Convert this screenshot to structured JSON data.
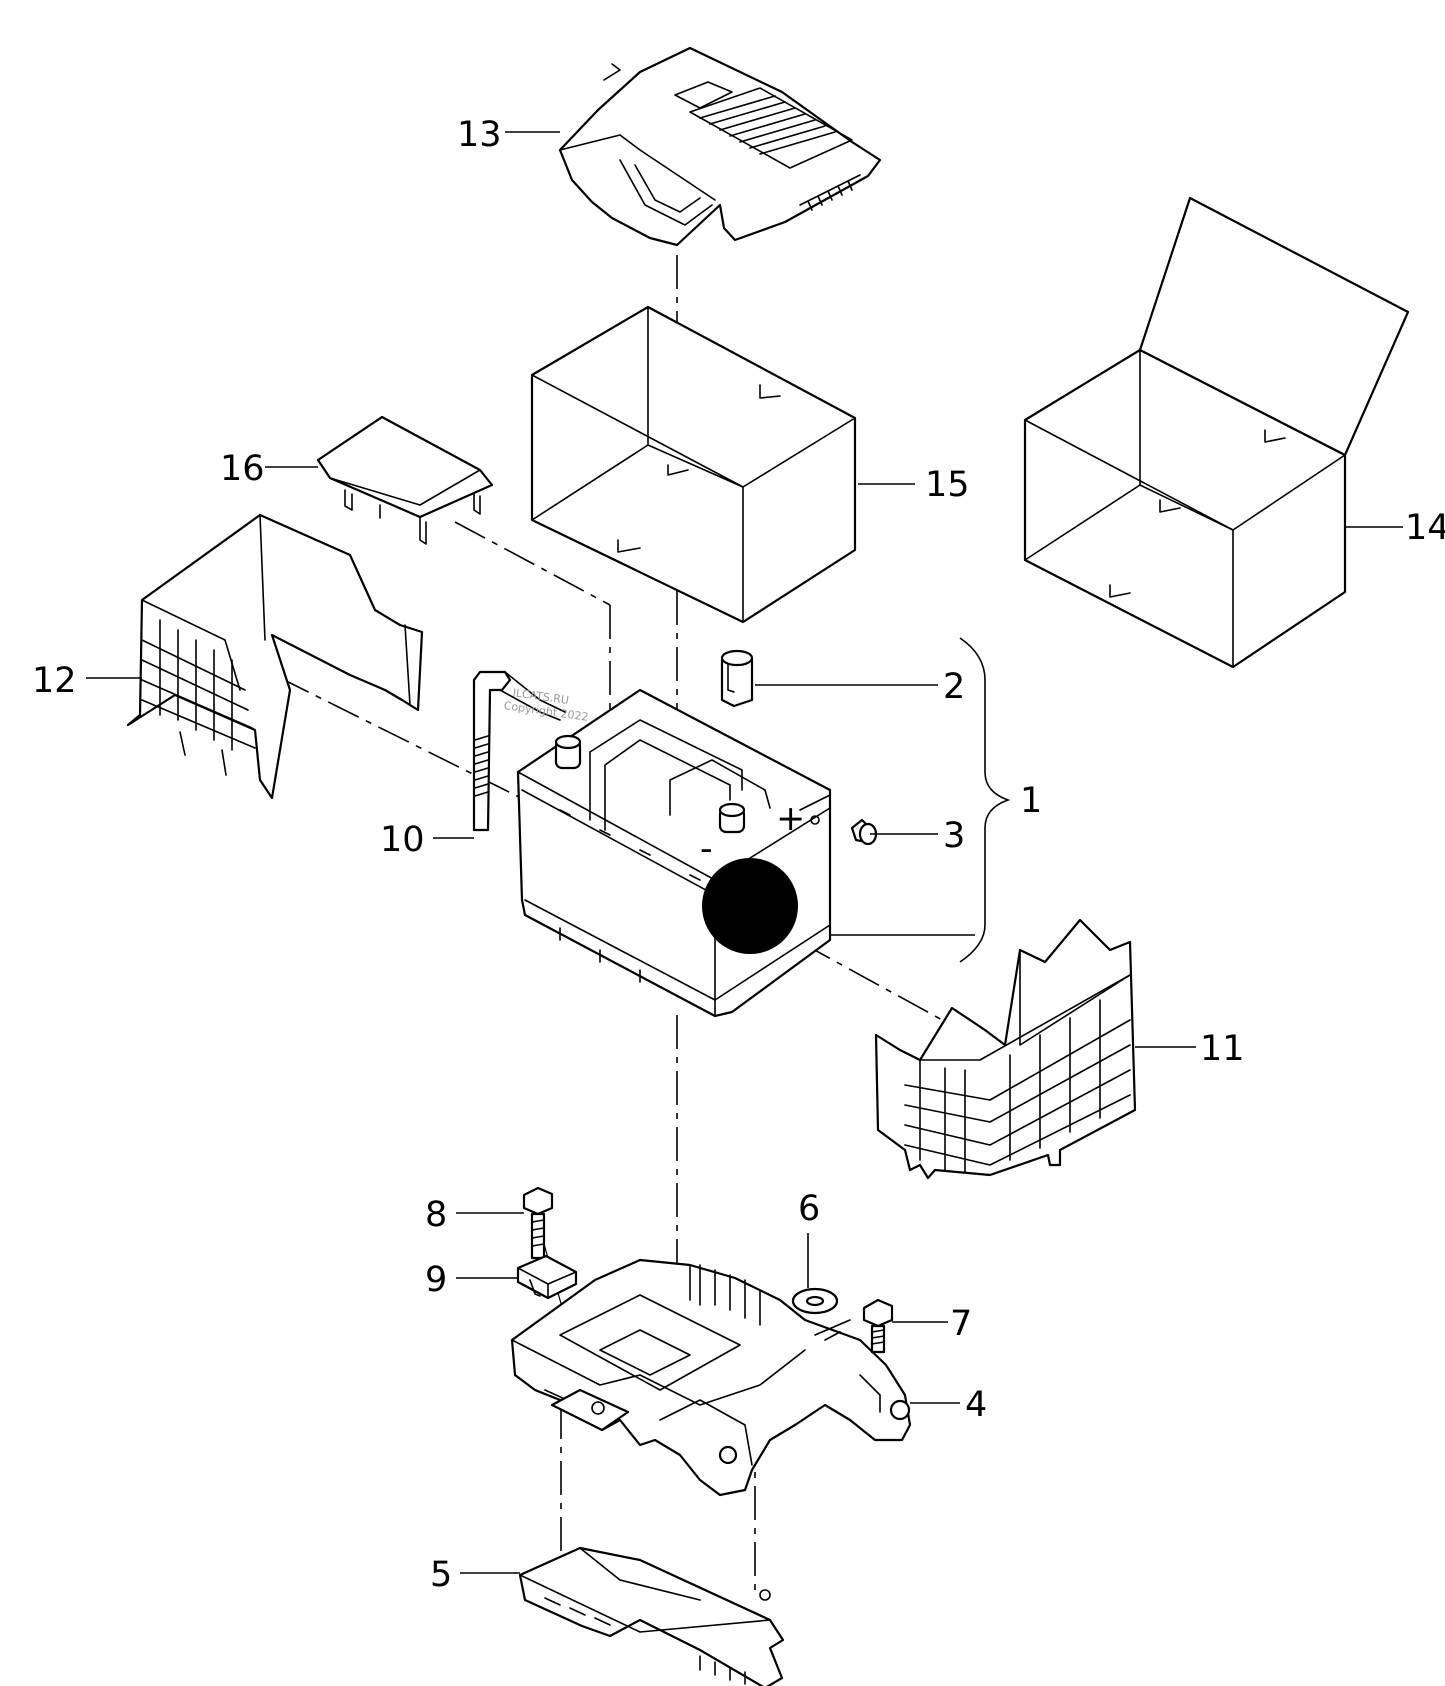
{
  "watermark": {
    "line1": "ILCATS.RU",
    "line2": "Copyright 2022"
  },
  "callouts": {
    "p1": "1",
    "p2": "2",
    "p3": "3",
    "p4": "4",
    "p5": "5",
    "p6": "6",
    "p7": "7",
    "p8": "8",
    "p9": "9",
    "p10": "10",
    "p11": "11",
    "p12": "12",
    "p13": "13",
    "p14": "14",
    "p15": "15",
    "p16": "16"
  },
  "terminal_marks": {
    "plus": "+",
    "minus": "-"
  },
  "icons": {
    "redaction": "black-circle",
    "style": "line-drawing"
  },
  "colors": {
    "ink": "#000000",
    "paper": "#ffffff",
    "watermark": "#9a9a9a"
  }
}
